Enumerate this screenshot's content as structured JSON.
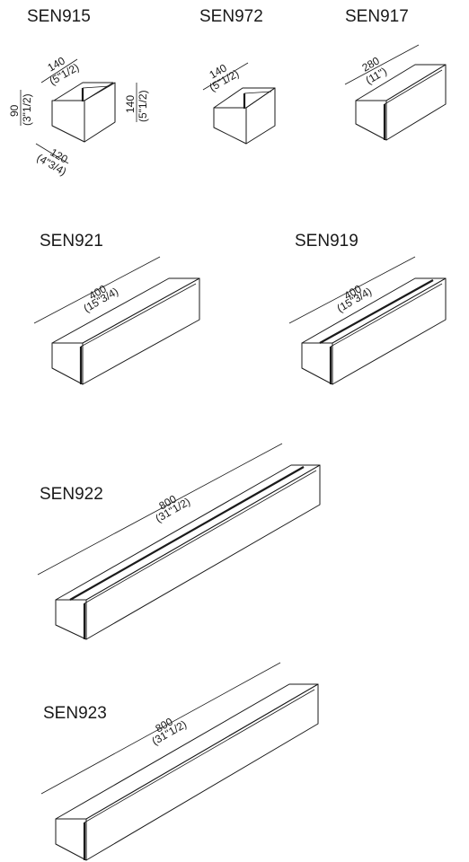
{
  "products": [
    {
      "code": "SEN915",
      "dimensions": [
        {
          "mm": "140",
          "inch": "(5\"1/2)"
        },
        {
          "mm": "140",
          "inch": "(5\"1/2)"
        },
        {
          "mm": "90",
          "inch": "(3\"1/2)"
        },
        {
          "mm": "120",
          "inch": "(4\"3/4)"
        }
      ]
    },
    {
      "code": "SEN972",
      "dimensions": [
        {
          "mm": "140",
          "inch": "(5\"1/2)"
        }
      ]
    },
    {
      "code": "SEN917",
      "dimensions": [
        {
          "mm": "280",
          "inch": "(11\")"
        }
      ]
    },
    {
      "code": "SEN921",
      "dimensions": [
        {
          "mm": "400",
          "inch": "(15\"3/4)"
        }
      ]
    },
    {
      "code": "SEN919",
      "dimensions": [
        {
          "mm": "400",
          "inch": "(15\"3/4)"
        }
      ]
    },
    {
      "code": "SEN922",
      "dimensions": [
        {
          "mm": "800",
          "inch": "(31\"1/2)"
        }
      ]
    },
    {
      "code": "SEN923",
      "dimensions": [
        {
          "mm": "800",
          "inch": "(31\"1/2)"
        }
      ]
    }
  ]
}
